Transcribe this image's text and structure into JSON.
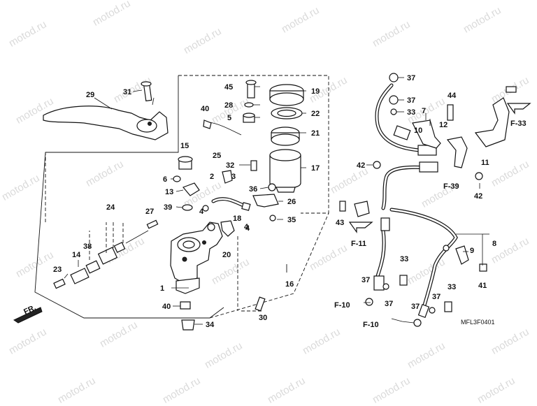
{
  "watermark_text": "motod.ru",
  "diagram_code": "MFL3F0401",
  "front_label": "FR.",
  "callouts": {
    "c1": "1",
    "c2": "2",
    "c3": "3",
    "c4": "4",
    "c4b": "4",
    "c5": "5",
    "c6": "6",
    "c7": "7",
    "c8": "8",
    "c9": "9",
    "c10": "10",
    "c11": "11",
    "c12": "12",
    "c13": "13",
    "c14": "14",
    "c15": "15",
    "c16": "16",
    "c17": "17",
    "c18": "18",
    "c19": "19",
    "c20": "20",
    "c21": "21",
    "c22": "22",
    "c23": "23",
    "c24": "24",
    "c25": "25",
    "c26": "26",
    "c27": "27",
    "c28": "28",
    "c29": "29",
    "c30": "30",
    "c31": "31",
    "c32": "32",
    "c33a": "33",
    "c33b": "33",
    "c33c": "33",
    "c34": "34",
    "c35": "35",
    "c36": "36",
    "c37a": "37",
    "c37b": "37",
    "c37c": "37",
    "c37d": "37",
    "c37e": "37",
    "c37f": "37",
    "c38": "38",
    "c39": "39",
    "c40a": "40",
    "c40b": "40",
    "c41": "41",
    "c42a": "42",
    "c42b": "42",
    "c43": "43",
    "c44": "44",
    "c45": "45"
  },
  "refs": {
    "f33": "F-33",
    "f39": "F-39",
    "f11": "F-11",
    "f10a": "F-10",
    "f10b": "F-10"
  }
}
